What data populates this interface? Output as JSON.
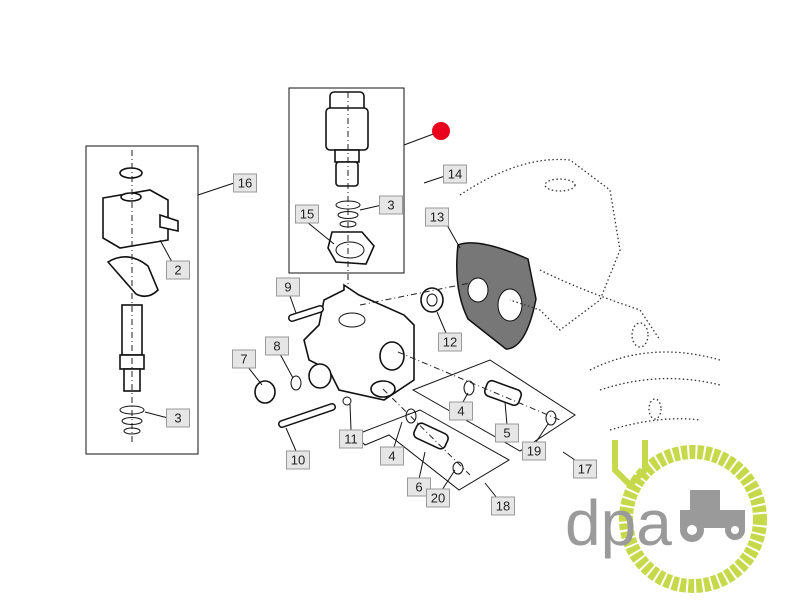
{
  "diagram": {
    "title": "Solenoid valve assembly exploded view",
    "callouts": [
      "16",
      "2",
      "3",
      "15",
      "3",
      "14",
      "13",
      "9",
      "12",
      "8",
      "7",
      "11",
      "4",
      "5",
      "10",
      "4",
      "6",
      "20",
      "19",
      "17",
      "18"
    ],
    "highlight_color": "#e8001c",
    "watermark": {
      "text": "dpa",
      "gray": "#9a9a9a",
      "green": "#c5d94a"
    }
  }
}
